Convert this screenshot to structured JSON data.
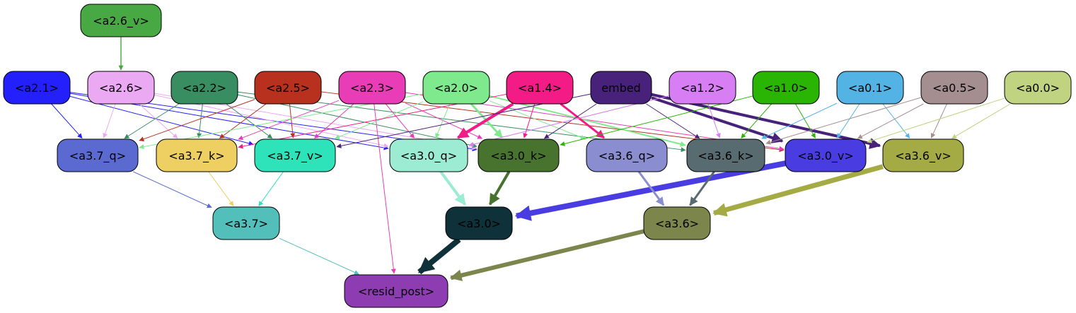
{
  "nodes": [
    {
      "id": "a2.6_v",
      "label": "<a2.6_v>",
      "fill": "#48a844",
      "text": "#000000"
    },
    {
      "id": "a2.1",
      "label": "<a2.1>",
      "fill": "#2420fc",
      "text": "#000000"
    },
    {
      "id": "a2.6",
      "label": "<a2.6>",
      "fill": "#eca9f3",
      "text": "#000000"
    },
    {
      "id": "a2.2",
      "label": "<a2.2>",
      "fill": "#398e61",
      "text": "#000000"
    },
    {
      "id": "a2.5",
      "label": "<a2.5>",
      "fill": "#b7311e",
      "text": "#000000"
    },
    {
      "id": "a2.3",
      "label": "<a2.3>",
      "fill": "#e93db8",
      "text": "#000000"
    },
    {
      "id": "a2.0",
      "label": "<a2.0>",
      "fill": "#7fe98d",
      "text": "#000000"
    },
    {
      "id": "a1.4",
      "label": "<a1.4>",
      "fill": "#f31b86",
      "text": "#000000"
    },
    {
      "id": "embed",
      "label": "embed",
      "fill": "#48217a",
      "text": "#000000"
    },
    {
      "id": "a1.2",
      "label": "<a1.2>",
      "fill": "#d77ef5",
      "text": "#000000"
    },
    {
      "id": "a1.0",
      "label": "<a1.0>",
      "fill": "#2ab403",
      "text": "#000000"
    },
    {
      "id": "a0.1",
      "label": "<a0.1>",
      "fill": "#53b3e5",
      "text": "#000000"
    },
    {
      "id": "a0.5",
      "label": "<a0.5>",
      "fill": "#a48e90",
      "text": "#000000"
    },
    {
      "id": "a0.0",
      "label": "<a0.0>",
      "fill": "#bfd380",
      "text": "#000000"
    },
    {
      "id": "a3.7_q",
      "label": "<a3.7_q>",
      "fill": "#5b6ad0",
      "text": "#000000"
    },
    {
      "id": "a3.7_k",
      "label": "<a3.7_k>",
      "fill": "#eecf62",
      "text": "#000000"
    },
    {
      "id": "a3.7_v",
      "label": "<a3.7_v>",
      "fill": "#2ee2b9",
      "text": "#000000"
    },
    {
      "id": "a3.0_q",
      "label": "<a3.0_q>",
      "fill": "#9cecd3",
      "text": "#000000"
    },
    {
      "id": "a3.0_k",
      "label": "<a3.0_k>",
      "fill": "#47732f",
      "text": "#000000"
    },
    {
      "id": "a3.6_q",
      "label": "<a3.6_q>",
      "fill": "#8a8dd0",
      "text": "#000000"
    },
    {
      "id": "a3.6_k",
      "label": "<a3.6_k>",
      "fill": "#586b71",
      "text": "#000000"
    },
    {
      "id": "a3.0_v",
      "label": "<a3.0_v>",
      "fill": "#493de2",
      "text": "#000000"
    },
    {
      "id": "a3.6_v",
      "label": "<a3.6_v>",
      "fill": "#a4aa44",
      "text": "#000000"
    },
    {
      "id": "a3.7",
      "label": "<a3.7>",
      "fill": "#52bfba",
      "text": "#000000"
    },
    {
      "id": "a3.0",
      "label": "<a3.0>",
      "fill": "#0f313a",
      "text": "#000000"
    },
    {
      "id": "a3.6",
      "label": "<a3.6>",
      "fill": "#7b854c",
      "text": "#000000"
    },
    {
      "id": "resid_post",
      "label": "<resid_post>",
      "fill": "#8d3cb2",
      "text": "#000000"
    }
  ],
  "edges": [
    {
      "from": "a2.6_v",
      "to": "a2.6",
      "color": "#48a844",
      "weight": 1.4
    },
    {
      "from": "a2.1",
      "to": "a3.7_q",
      "color": "#2420fc",
      "weight": 1
    },
    {
      "from": "a2.1",
      "to": "a3.7_v",
      "color": "#2420fc",
      "weight": 1
    },
    {
      "from": "a2.1",
      "to": "a3.0_q",
      "color": "#2420fc",
      "weight": 1
    },
    {
      "from": "a2.1",
      "to": "a3.0_k",
      "color": "#2420fc",
      "weight": 1
    },
    {
      "from": "a2.6",
      "to": "a3.7_q",
      "color": "#eca9f3",
      "weight": 1
    },
    {
      "from": "a2.6",
      "to": "a3.7_k",
      "color": "#eca9f3",
      "weight": 1
    },
    {
      "from": "a2.6",
      "to": "a3.0_q",
      "color": "#eca9f3",
      "weight": 1
    },
    {
      "from": "a2.6",
      "to": "a3.0_k",
      "color": "#eca9f3",
      "weight": 1
    },
    {
      "from": "a2.2",
      "to": "a3.7_q",
      "color": "#398e61",
      "weight": 1
    },
    {
      "from": "a2.2",
      "to": "a3.7_k",
      "color": "#398e61",
      "weight": 1
    },
    {
      "from": "a2.2",
      "to": "a3.7_v",
      "color": "#398e61",
      "weight": 1
    },
    {
      "from": "a2.2",
      "to": "a3.0_k",
      "color": "#398e61",
      "weight": 1
    },
    {
      "from": "a2.2",
      "to": "a3.6_k",
      "color": "#398e61",
      "weight": 1
    },
    {
      "from": "a2.5",
      "to": "a3.7_q",
      "color": "#b7311e",
      "weight": 1
    },
    {
      "from": "a2.5",
      "to": "a3.7_k",
      "color": "#b7311e",
      "weight": 1
    },
    {
      "from": "a2.5",
      "to": "a3.7_v",
      "color": "#b7311e",
      "weight": 1
    },
    {
      "from": "a2.5",
      "to": "a3.0_v",
      "color": "#b7311e",
      "weight": 1
    },
    {
      "from": "a2.3",
      "to": "a3.7_k",
      "color": "#e93db8",
      "weight": 1
    },
    {
      "from": "a2.3",
      "to": "a3.7_v",
      "color": "#e93db8",
      "weight": 1
    },
    {
      "from": "a2.3",
      "to": "a3.0_q",
      "color": "#e93db8",
      "weight": 1
    },
    {
      "from": "a2.3",
      "to": "a3.0_k",
      "color": "#e93db8",
      "weight": 1
    },
    {
      "from": "a2.3",
      "to": "resid_post",
      "color": "#e93db8",
      "weight": 1
    },
    {
      "from": "a2.3",
      "to": "a3.0_v",
      "color": "#e93db8",
      "weight": 1
    },
    {
      "from": "a2.0",
      "to": "a3.7_q",
      "color": "#7fe98d",
      "weight": 1
    },
    {
      "from": "a2.0",
      "to": "a3.7_v",
      "color": "#7fe98d",
      "weight": 1
    },
    {
      "from": "a2.0",
      "to": "a3.0_q",
      "color": "#7fe98d",
      "weight": 1
    },
    {
      "from": "a2.0",
      "to": "a3.0_k",
      "color": "#7fe98d",
      "weight": 3
    },
    {
      "from": "a2.0",
      "to": "a3.6_k",
      "color": "#7fe98d",
      "weight": 2
    },
    {
      "from": "a2.0",
      "to": "a3.6_q",
      "color": "#7fe98d",
      "weight": 1
    },
    {
      "from": "a1.4",
      "to": "a3.0_q",
      "color": "#f31b86",
      "weight": 4
    },
    {
      "from": "a1.4",
      "to": "a3.6_q",
      "color": "#f31b86",
      "weight": 3
    },
    {
      "from": "a1.4",
      "to": "a3.7_k",
      "color": "#f31b86",
      "weight": 1
    },
    {
      "from": "a1.4",
      "to": "a3.0_k",
      "color": "#f31b86",
      "weight": 1
    },
    {
      "from": "embed",
      "to": "a3.7_v",
      "color": "#48217a",
      "weight": 1
    },
    {
      "from": "embed",
      "to": "a3.0_k",
      "color": "#48217a",
      "weight": 1
    },
    {
      "from": "embed",
      "to": "a3.6_k",
      "color": "#48217a",
      "weight": 1
    },
    {
      "from": "embed",
      "to": "a3.0_v",
      "color": "#48217a",
      "weight": 4
    },
    {
      "from": "embed",
      "to": "a3.6_v",
      "color": "#48217a",
      "weight": 4
    },
    {
      "from": "a1.2",
      "to": "a3.6_k",
      "color": "#d77ef5",
      "weight": 1
    },
    {
      "from": "a1.2",
      "to": "a3.0_q",
      "color": "#d77ef5",
      "weight": 1
    },
    {
      "from": "a1.0",
      "to": "a3.0_k",
      "color": "#2ab403",
      "weight": 1
    },
    {
      "from": "a1.0",
      "to": "a3.6_k",
      "color": "#2ab403",
      "weight": 1
    },
    {
      "from": "a1.0",
      "to": "a3.0_v",
      "color": "#2ab403",
      "weight": 1
    },
    {
      "from": "a0.1",
      "to": "a3.6_k",
      "color": "#53b3e5",
      "weight": 1
    },
    {
      "from": "a0.1",
      "to": "a3.0_v",
      "color": "#53b3e5",
      "weight": 1
    },
    {
      "from": "a0.1",
      "to": "a3.6_v",
      "color": "#53b3e5",
      "weight": 1
    },
    {
      "from": "a0.5",
      "to": "a3.6_k",
      "color": "#a48e90",
      "weight": 1
    },
    {
      "from": "a0.5",
      "to": "a3.0_v",
      "color": "#a48e90",
      "weight": 1
    },
    {
      "from": "a0.5",
      "to": "a3.6_v",
      "color": "#a48e90",
      "weight": 1
    },
    {
      "from": "a0.0",
      "to": "a3.6_v",
      "color": "#bfd380",
      "weight": 1
    },
    {
      "from": "a0.0",
      "to": "a3.0_v",
      "color": "#bfd380",
      "weight": 1
    },
    {
      "from": "a3.7_q",
      "to": "a3.7",
      "color": "#5b6ad0",
      "weight": 1
    },
    {
      "from": "a3.7_k",
      "to": "a3.7",
      "color": "#eecf62",
      "weight": 1
    },
    {
      "from": "a3.7_v",
      "to": "a3.7",
      "color": "#2ee2b9",
      "weight": 1
    },
    {
      "from": "a3.0_q",
      "to": "a3.0",
      "color": "#9cecd3",
      "weight": 4
    },
    {
      "from": "a3.0_k",
      "to": "a3.0",
      "color": "#47732f",
      "weight": 4
    },
    {
      "from": "a3.0_v",
      "to": "a3.0",
      "color": "#493de2",
      "weight": 8
    },
    {
      "from": "a3.6_q",
      "to": "a3.6",
      "color": "#8a8dd0",
      "weight": 3
    },
    {
      "from": "a3.6_k",
      "to": "a3.6",
      "color": "#586b71",
      "weight": 3
    },
    {
      "from": "a3.6_v",
      "to": "a3.6",
      "color": "#a4aa44",
      "weight": 7
    },
    {
      "from": "a3.7",
      "to": "resid_post",
      "color": "#52bfba",
      "weight": 1
    },
    {
      "from": "a3.0",
      "to": "resid_post",
      "color": "#0f313a",
      "weight": 8
    },
    {
      "from": "a3.6",
      "to": "resid_post",
      "color": "#7b854c",
      "weight": 6
    }
  ]
}
